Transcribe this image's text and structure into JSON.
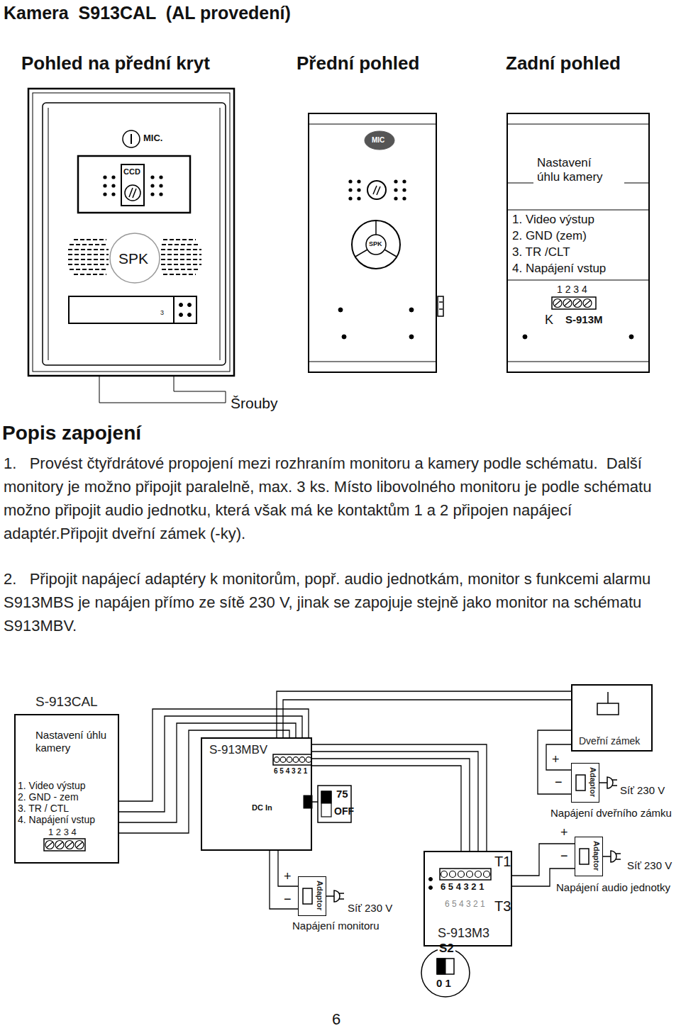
{
  "diagram": {
    "title": "Kamera  S913CAL  (AL provedení)",
    "nodes": [
      {
        "text": [
          "S-913CAL"
        ]
      },
      {
        "text": [
          "S-913MBV"
        ]
      },
      {
        "text": [
          "Dveřní zámek"
        ]
      },
      {
        "text": [
          "Adaptor"
        ]
      },
      {
        "text": [
          "Adaptor"
        ]
      },
      {
        "text": [
          "Adaptor"
        ]
      },
      {
        "text": [
          "S-913M3"
        ]
      }
    ],
    "edges": [
      {
        "from": 0,
        "to": 1,
        "arrow": "none"
      },
      {
        "from": 1,
        "to": 6,
        "arrow": "none"
      },
      {
        "from": 1,
        "to": 2,
        "arrow": "none"
      },
      {
        "from": 3,
        "to": 2,
        "arrow": "none"
      },
      {
        "from": 4,
        "to": 6,
        "arrow": "none"
      },
      {
        "from": 5,
        "to": 1,
        "arrow": "none"
      }
    ],
    "labels": [
      "Pohled na přední kryt",
      "Přední pohled",
      "Zadní pohled",
      "MIC.",
      "CCD",
      "SPK",
      "3",
      "MIC",
      "SPK",
      "Nastavení úhlu kamery",
      "1. Video výstup",
      "2. GND (zem)",
      "3. TR /CLT",
      "4. Napájení vstup",
      "1 2 3 4",
      "K",
      "S-913M",
      "Šrouby",
      "Popis zapojení",
      "1.   Provést čtyřdrátové propojení mezi rozhraním monitoru a kamery podle schématu.  Další monitory je možno připojit paralelně, max. 3 ks. Místo libovolného monitoru je podle schématu možno připojit audio jednotku, která však má ke kontaktům 1 a 2 připojen napájecí adaptér.Připojit dveřní zámek (-ky).",
      "2.   Připojit napájecí adaptéry k monitorům, popř. audio jednotkám, monitor s funkcemi alarmu S913MBS je napájen přímo ze sítě 230 V, jinak se zapojuje stejně jako monitor na schématu S913MBV.",
      "Nastavení úhlu kamery",
      "1. Video výstup",
      "2. GND - zem",
      "3. TR / CTL",
      "4. Napájení vstup",
      "1 2 3 4",
      "6 5 4 3 2 1",
      "DC In",
      "75",
      "OFF",
      "+",
      "−",
      "Síť 230 V",
      "Napájení dveřního zámku",
      "+",
      "−",
      "Síť 230 V",
      "Napájení monitoru",
      "T1",
      "6 5 4 3 2 1",
      "6 5 4 3 2 1",
      "T3",
      "+",
      "−",
      "Síť 230 V",
      "Napájení audio jednotky",
      "S2",
      "0 1",
      "6"
    ]
  }
}
